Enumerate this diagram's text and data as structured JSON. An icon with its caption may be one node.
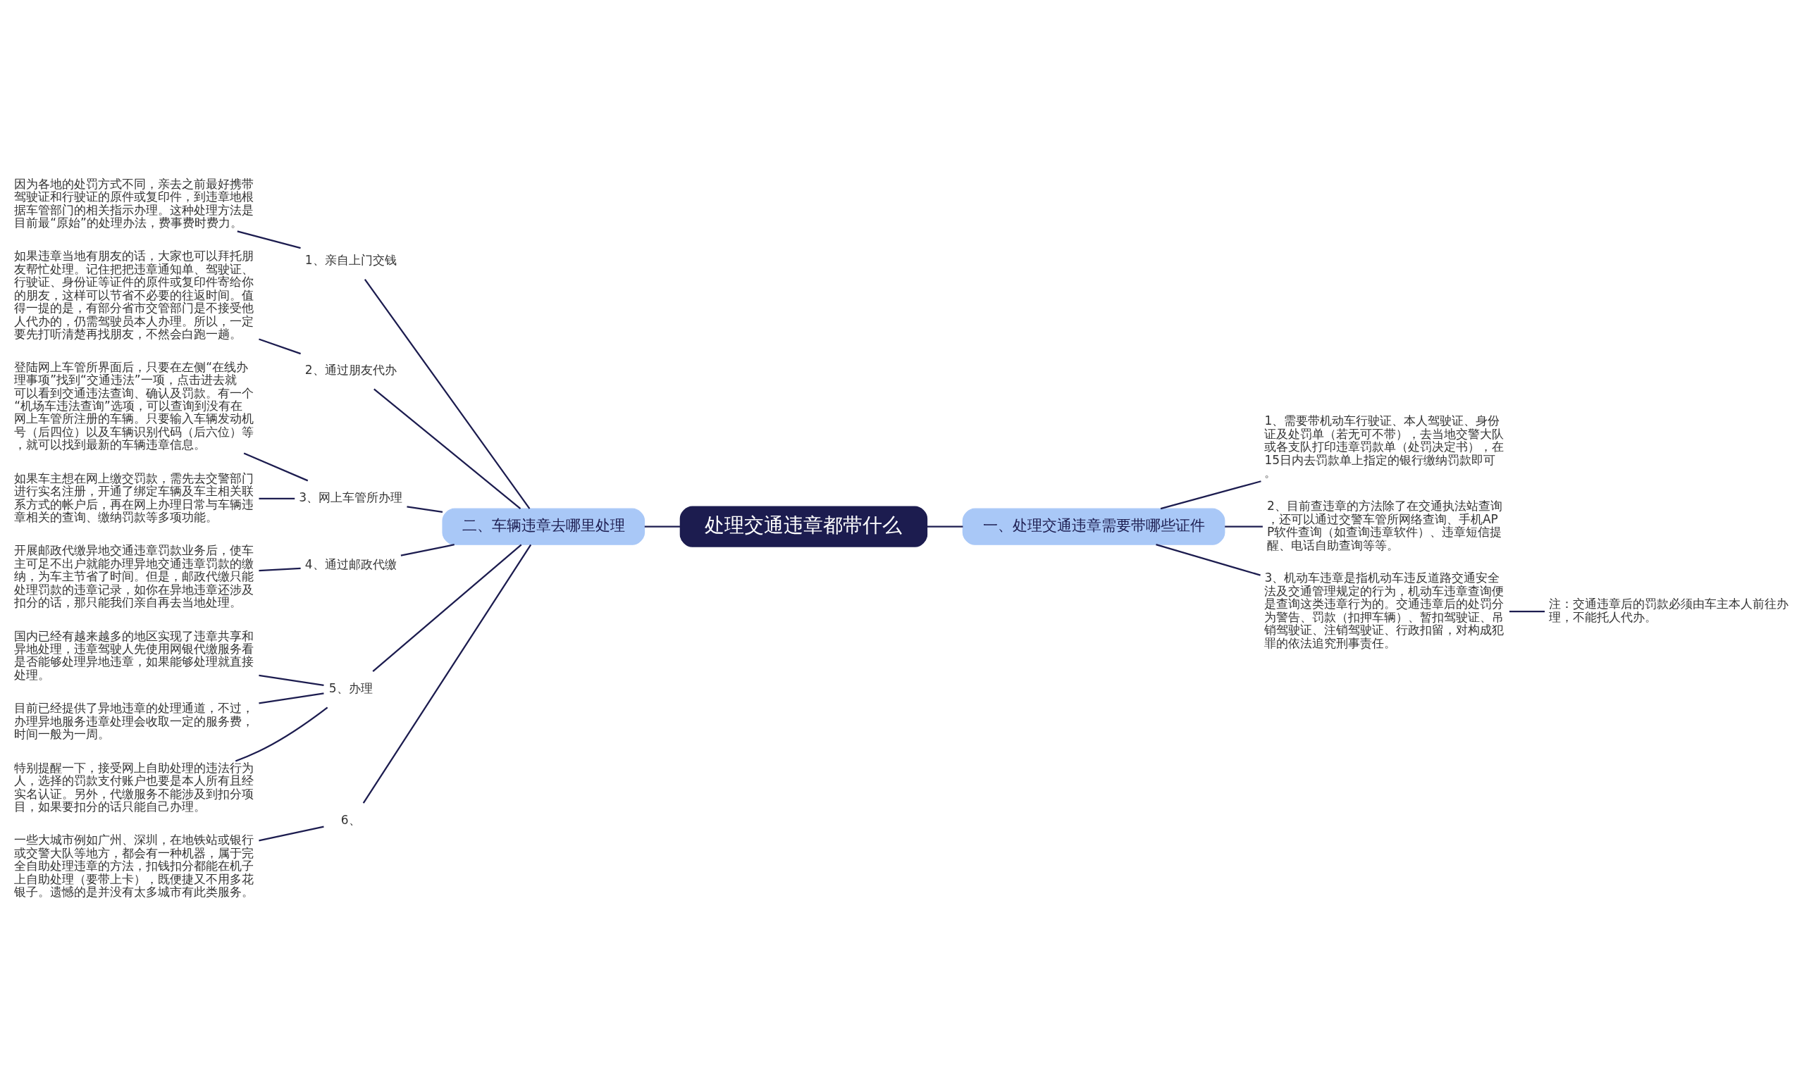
{
  "diagram": {
    "nodes": [
      {
        "text": [
          "处理交通违章都带什么"
        ]
      },
      {
        "text": [
          "二、车辆违章去哪里处理"
        ]
      },
      {
        "text": [
          "1、亲自上门交钱"
        ]
      },
      {
        "text": [
          "因为各地的处罚方式不同，亲去之前最好携带驾驶证和行驶证的原件或复印件，到违章地根据车管部门的相关指示办理。这种处理方法是目前最“原始”的处理办法，费事费时费力。"
        ]
      },
      {
        "text": [
          "2、通过朋友代办"
        ]
      },
      {
        "text": [
          "如果违章当地有朋友的话，大家也可以拜托朋友帮忙处理。记住把把违章通知单、驾驶证、行驶证、身份证等证件的原件或复印件寄给你的朋友，这样可以节省不必要的往返时间。值得一提的是，有部分省市交管部门是不接受他人代办的，仍需驾驶员本人办理。所以，一定要先打听清楚再找朋友，不然会白跑一趟。"
        ]
      },
      {
        "text": [
          "3、网上车管所办理"
        ]
      },
      {
        "text": [
          "登陆网上车管所界面后，只要在左侧“在线办理事项”找到“交通违法”一项，点击进去就可以看到交通违法查询、确认及罚款。有一个“机场车违法查询”选项，可以查询到没有在网上车管所注册的车辆。只要输入车辆发动机号（后四位）以及车辆识别代码（后六位）等，就可以找到最新的车辆违章信息。"
        ]
      },
      {
        "text": [
          "如果车主想在网上缴交罚款，需先去交警部门进行实名注册，开通了绑定车辆及车主相关联系方式的帐户后，再在网上办理日常与车辆违章相关的查询、缴纳罚款等多项功能。"
        ]
      },
      {
        "text": [
          "4、通过邮政代缴"
        ]
      },
      {
        "text": [
          "开展邮政代缴异地交通违章罚款业务后，使车主可足不出户就能办理异地交通违章罚款的缴纳，为车主节省了时间。但是，邮政代缴只能处理罚款的违章记录，如你在异地违章还涉及扣分的话，那只能我们亲自再去当地处理。"
        ]
      },
      {
        "text": [
          "5、办理"
        ]
      },
      {
        "text": [
          "国内已经有越来越多的地区实现了违章共享和异地处理，违章驾驶人先使用网银代缴服务看是否能够处理异地违章，如果能够处理就直接处理。"
        ]
      },
      {
        "text": [
          "目前已经提供了异地违章的处理通道，不过，办理异地服务违章处理会收取一定的服务费，时间一般为一周。"
        ]
      },
      {
        "text": [
          "特别提醒一下，接受网上自助处理的违法行为人，选择的罚款支付账户也要是本人所有且经实名认证。另外，代缴服务不能涉及到扣分项目，如果要扣分的话只能自己办理。"
        ]
      },
      {
        "text": [
          "6、"
        ]
      },
      {
        "text": [
          "一些大城市例如广州、深圳，在地铁站或银行或交警大队等地方，都会有一种机器，属于完全自助处理违章的方法，扣钱扣分都能在机子上自助处理（要带上卡），既便捷又不用多花银子。遗憾的是并没有太多城市有此类服务。"
        ]
      },
      {
        "text": [
          "一、处理交通违章需要带哪些证件"
        ]
      },
      {
        "text": [
          "1、需要带机动车行驶证、本人驾驶证、身份证及处罚单（若无可不带），去当地交警大队或各支队打印违章罚款单（处罚决定书），在15日内去罚款单上指定的银行缴纳罚款即可。"
        ]
      },
      {
        "text": [
          "2、目前查违章的方法除了在交通执法站查询，还可以通过交警车管所网络查询、手机APP软件查询（如查询违章软件）、违章短信提醒、电话自助查询等等。"
        ]
      },
      {
        "text": [
          "3、机动车违章是指机动车违反道路交通安全法及交通管理规定的行为，机动车违章查询便是查询这类违章行为的。交通违章后的处罚分为警告、罚款（扣押车辆）、暂扣驾驶证、吊销驾驶证、注销驾驶证、行政扣留，对构成犯罪的依法追究刑事责任。"
        ]
      },
      {
        "text": [
          "注：交通违章后的罚款必须由车主本人前往办理，不能托人代办。"
        ]
      }
    ],
    "edges": [
      {
        "from": 1,
        "to": 0,
        "arrow": "none"
      },
      {
        "from": 2,
        "to": 1,
        "arrow": "none"
      },
      {
        "from": 3,
        "to": 2,
        "arrow": "none"
      },
      {
        "from": 4,
        "to": 1,
        "arrow": "none"
      },
      {
        "from": 5,
        "to": 4,
        "arrow": "none"
      },
      {
        "from": 6,
        "to": 1,
        "arrow": "none"
      },
      {
        "from": 7,
        "to": 6,
        "arrow": "none"
      },
      {
        "from": 8,
        "to": 6,
        "arrow": "none"
      },
      {
        "from": 9,
        "to": 1,
        "arrow": "none"
      },
      {
        "from": 10,
        "to": 9,
        "arrow": "none"
      },
      {
        "from": 11,
        "to": 1,
        "arrow": "none"
      },
      {
        "from": 12,
        "to": 11,
        "arrow": "none"
      },
      {
        "from": 13,
        "to": 11,
        "arrow": "none"
      },
      {
        "from": 14,
        "to": 11,
        "arrow": "none"
      },
      {
        "from": 15,
        "to": 1,
        "arrow": "none"
      },
      {
        "from": 16,
        "to": 15,
        "arrow": "none"
      },
      {
        "from": 0,
        "to": 17,
        "arrow": "none"
      },
      {
        "from": 17,
        "to": 18,
        "arrow": "none"
      },
      {
        "from": 17,
        "to": 19,
        "arrow": "none"
      },
      {
        "from": 17,
        "to": 20,
        "arrow": "none"
      },
      {
        "from": 20,
        "to": 21,
        "arrow": "none"
      }
    ]
  }
}
